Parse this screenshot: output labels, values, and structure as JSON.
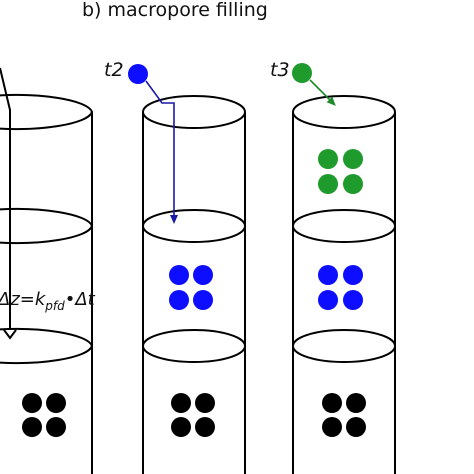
{
  "figure": {
    "title": "b) macropore filling",
    "equation": {
      "prefix": "Δz=k",
      "subscript": "pfd",
      "suffix": "•Δt"
    },
    "time_labels": {
      "t2": "t2",
      "t3": "t3"
    },
    "colors": {
      "black": "#000000",
      "blue": "#0d0dff",
      "green": "#1f9a2c",
      "arrow_blue": "#1a1aa8",
      "arrow_green": "#1e8a2a"
    }
  }
}
